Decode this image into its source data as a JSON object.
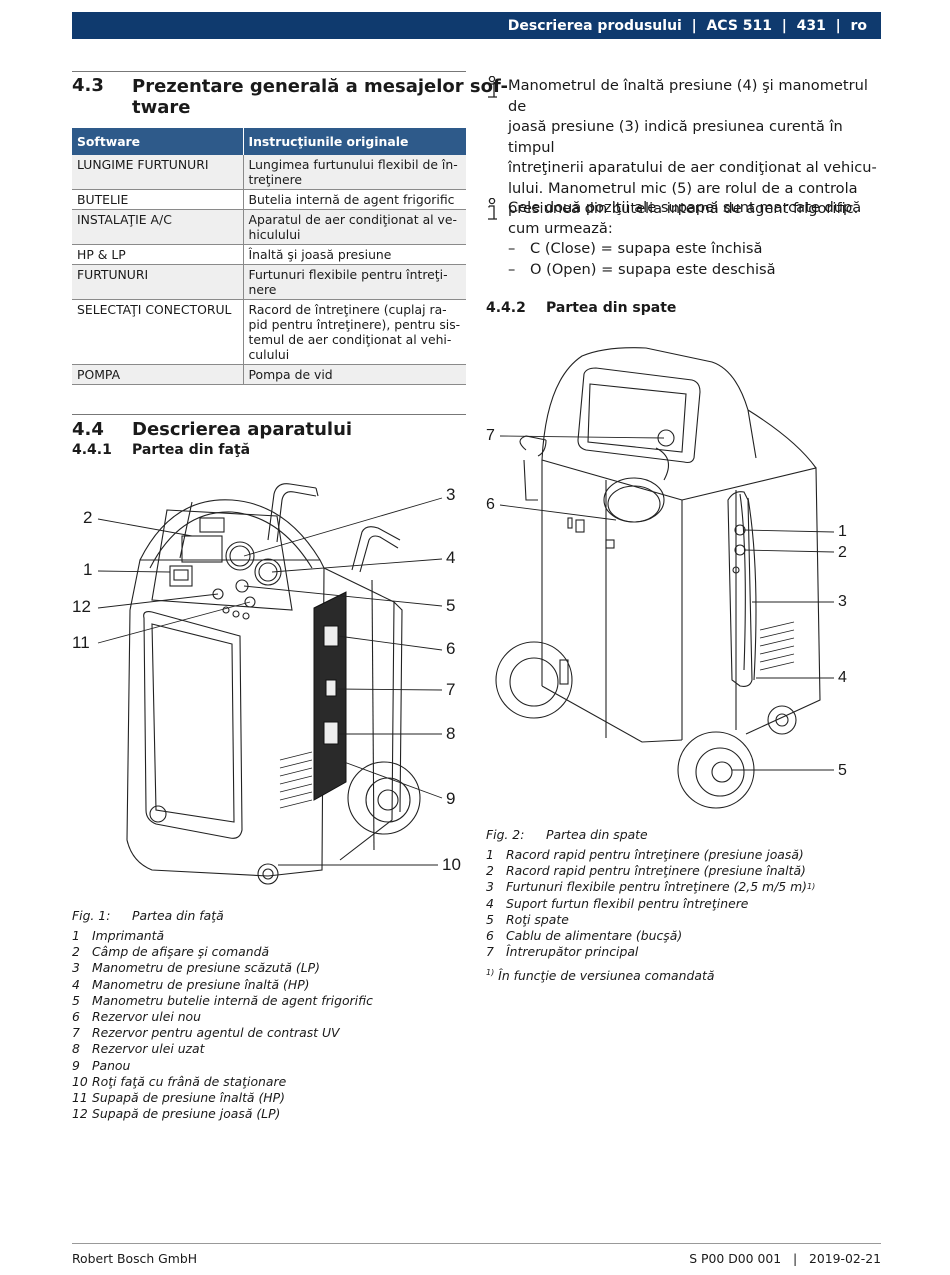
{
  "header": {
    "section_title": "Descrierea produsului",
    "product": "ACS 511",
    "page_number": "431",
    "language": "ro",
    "color": "#0f3a6e"
  },
  "section_4_3": {
    "number": "4.3",
    "title_line1": "Prezentare generală a mesajelor sof-",
    "title_line2": "tware",
    "table": {
      "headers": [
        "Software",
        "Instrucţiunile originale"
      ],
      "rows": [
        [
          "LUNGIME FURTUNURI",
          "Lungimea furtunului flexibil de în-",
          "treţinere"
        ],
        [
          "BUTELIE",
          "Butelia internă de agent frigorific",
          ""
        ],
        [
          "INSTALAŢIE A/C",
          "Aparatul de aer condiţionat al ve-",
          "hiculului"
        ],
        [
          "HP & LP",
          "Înaltă şi joasă presiune",
          ""
        ],
        [
          "FURTUNURI",
          "Furtunuri flexibile pentru întreţi-",
          "nere"
        ],
        [
          "SELECTAŢI CONECTORUL",
          "Racord de întreţinere (cuplaj ra-|pid pentru întreţinere), pentru sis-|temul de aer condiţionat al vehi-|culului",
          ""
        ],
        [
          "POMPA",
          "Pompa de vid",
          ""
        ]
      ]
    }
  },
  "section_4_4": {
    "number": "4.4",
    "title": "Descrierea aparatului",
    "sub_number": "4.4.1",
    "sub_title": "Partea din faţă"
  },
  "section_4_4_2": {
    "number": "4.4.2",
    "title": "Partea din spate"
  },
  "notes": {
    "note1": [
      "Manometrul de înaltă presiune (4) şi manometrul de",
      "joasă presiune (3) indică presiunea curentă în timpul",
      "întreţinerii aparatului de aer condiţionat al vehicu-",
      "lului. Manometrul mic (5) are rolul de a controla",
      "presiunea din butelia internă de agent frigorific."
    ],
    "note2": {
      "lines": [
        "Cele două poziţii ale supapei sunt marcate după",
        "cum urmează:"
      ],
      "items": [
        "C (Close) = supapa este închisă",
        "O (Open) = supapa este deschisă"
      ],
      "dash": "–"
    }
  },
  "figure1": {
    "label": "Fig. 1:",
    "title": "Partea din faţă",
    "callouts": [
      "1",
      "2",
      "3",
      "4",
      "5",
      "6",
      "7",
      "8",
      "9",
      "10",
      "11",
      "12"
    ],
    "legend": [
      [
        "1",
        "Imprimantă"
      ],
      [
        "2",
        "Câmp de afişare şi comandă"
      ],
      [
        "3",
        "Manometru de presiune scăzută (LP)"
      ],
      [
        "4",
        "Manometru de presiune înaltă (HP)"
      ],
      [
        "5",
        "Manometru butelie internă de agent frigorific"
      ],
      [
        "6",
        "Rezervor ulei nou"
      ],
      [
        "7",
        "Rezervor pentru agentul de contrast UV"
      ],
      [
        "8",
        "Rezervor ulei uzat"
      ],
      [
        "9",
        "Panou"
      ],
      [
        "10",
        "Roţi faţă cu frână de staţionare"
      ],
      [
        "11",
        "Supapă de presiune înaltă (HP)"
      ],
      [
        "12",
        "Supapă de presiune joasă (LP)"
      ]
    ]
  },
  "figure2": {
    "label": "Fig. 2:",
    "title": "Partea din spate",
    "callouts": [
      "1",
      "2",
      "3",
      "4",
      "5",
      "6",
      "7"
    ],
    "legend": [
      [
        "1",
        "Racord rapid pentru întreţinere (presiune joasă)"
      ],
      [
        "2",
        "Racord rapid pentru întreţinere (presiune înaltă)"
      ],
      [
        "3",
        "Furtunuri flexibile pentru întreţinere (2,5 m/5 m)",
        "1)"
      ],
      [
        "4",
        "Suport furtun flexibil pentru întreţinere"
      ],
      [
        "5",
        "Roţi spate"
      ],
      [
        "6",
        "Cablu de alimentare (bucşă)"
      ],
      [
        "7",
        "Întrerupător principal"
      ]
    ],
    "footnote_mark": "1)",
    "footnote_text": "În funcţie de versiunea comandată"
  },
  "footer": {
    "company": "Robert Bosch GmbH",
    "doc_number": "S P00 D00 001",
    "separator": "|",
    "date": "2019-02-21"
  }
}
